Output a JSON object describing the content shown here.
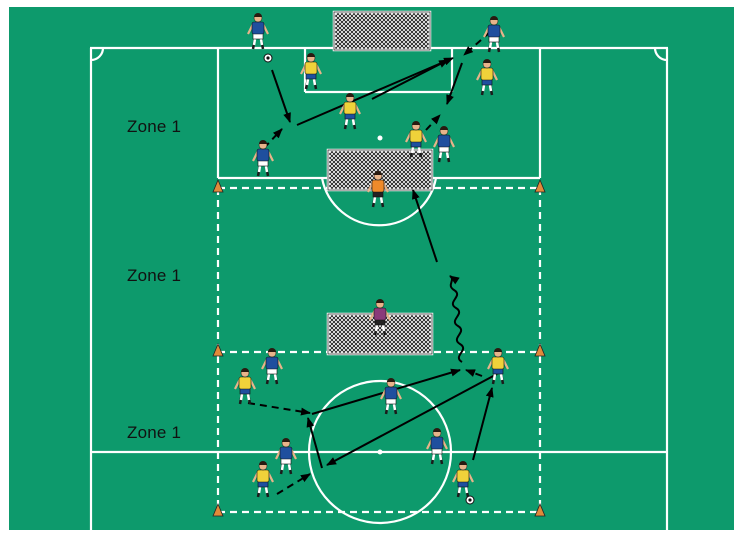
{
  "zone_labels": [
    "Zone 1",
    "Zone 1",
    "Zone 1"
  ],
  "colors": {
    "pitch": "#0d9a6c",
    "line": "#ffffff",
    "team_blue": "#1f4f9e",
    "team_yellow": "#f0d23a",
    "goalkeeper_orange": "#f08a2a",
    "goalkeeper_purple": "#8a3a7a",
    "arrow": "#000000",
    "cone": "#e08a3a"
  },
  "icons": [
    "player-blue-icon",
    "player-yellow-icon",
    "goalkeeper-icon",
    "cone-icon",
    "ball-icon",
    "goal-icon"
  ]
}
